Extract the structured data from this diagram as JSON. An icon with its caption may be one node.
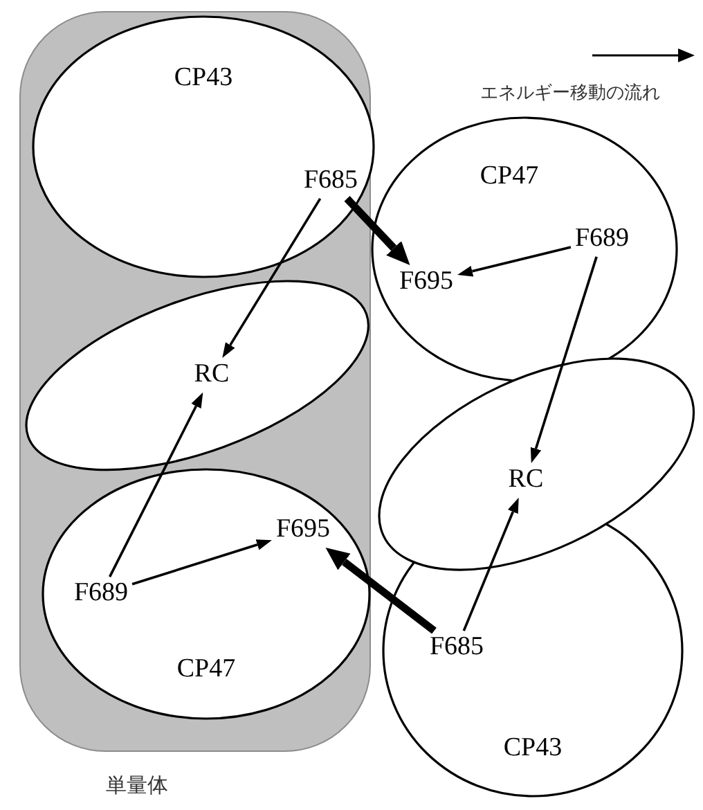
{
  "diagram": {
    "nodes": [
      {
        "text": [
          "単量体"
        ]
      },
      {
        "text": [
          "CP43"
        ],
        "in": 0
      },
      {
        "text": [
          "F685"
        ],
        "in": 1
      },
      {
        "text": [
          "RC"
        ],
        "in": 0
      },
      {
        "text": [
          "CP47"
        ],
        "in": 0
      },
      {
        "text": [
          "F695"
        ],
        "in": 4
      },
      {
        "text": [
          "F689"
        ],
        "in": 4
      },
      {
        "text": [
          "CP47"
        ]
      },
      {
        "text": [
          "F695"
        ],
        "in": 7
      },
      {
        "text": [
          "F689"
        ],
        "in": 7
      },
      {
        "text": [
          "RC"
        ]
      },
      {
        "text": [
          "CP43"
        ]
      },
      {
        "text": [
          "F685"
        ],
        "in": 11
      }
    ],
    "edges": [
      {
        "from": 2,
        "to": 3,
        "arrow": "to"
      },
      {
        "from": 2,
        "to": 8,
        "arrow": "to",
        "style": "thick"
      },
      {
        "from": 9,
        "to": 8,
        "arrow": "to"
      },
      {
        "from": 9,
        "to": 10,
        "arrow": "to"
      },
      {
        "from": 12,
        "to": 10,
        "arrow": "to"
      },
      {
        "from": 12,
        "to": 5,
        "arrow": "to",
        "style": "thick"
      },
      {
        "from": 6,
        "to": 5,
        "arrow": "to"
      },
      {
        "from": 6,
        "to": 3,
        "arrow": "to"
      }
    ],
    "legend": [
      {
        "text": "エネルギー移動の流れ"
      }
    ]
  }
}
